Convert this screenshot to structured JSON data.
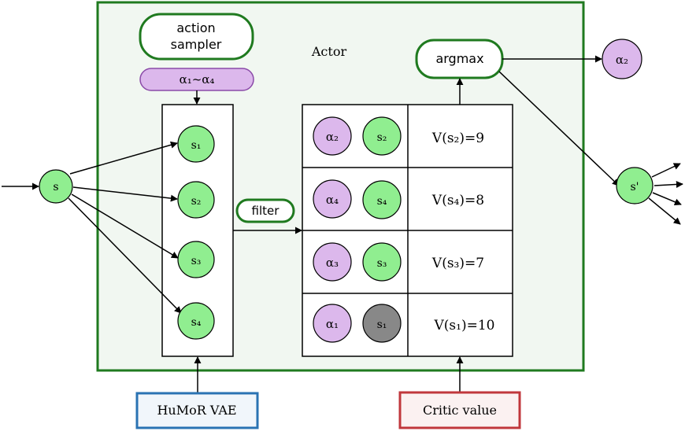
{
  "actor": {
    "label": "Actor"
  },
  "action_sampler": {
    "line1": "action",
    "line2": "sampler",
    "range": "α₁~α₄"
  },
  "input_state": {
    "label": "s"
  },
  "candidate_states": [
    "s₁",
    "s₂",
    "s₃",
    "s₄"
  ],
  "filter": {
    "label": "filter"
  },
  "rows": [
    {
      "action": "α₂",
      "state": "s₂",
      "value": "V(s₂)=9"
    },
    {
      "action": "α₄",
      "state": "s₄",
      "value": "V(s₄)=8"
    },
    {
      "action": "α₃",
      "state": "s₃",
      "value": "V(s₃)=7"
    },
    {
      "action": "α₁",
      "state": "s₁",
      "value": "V(s₁)=10"
    }
  ],
  "argmax": {
    "label": "argmax"
  },
  "selected_action": {
    "label": "α₂"
  },
  "next_state": {
    "label": "s'"
  },
  "humor_vae": {
    "label": "HuMoR VAE"
  },
  "critic": {
    "label": "Critic value"
  },
  "colors": {
    "green_border": "#1f7a1f",
    "actor_fill": "#f1f7f1",
    "state_green": "#90ee90",
    "action_purple": "#dcb8ec",
    "purple_border": "#8a4aa8",
    "filtered_gray": "#888888",
    "vae_border": "#2a73b3",
    "vae_fill": "#f1f6fb",
    "critic_border": "#c0373c",
    "critic_fill": "#fbf1f1"
  }
}
